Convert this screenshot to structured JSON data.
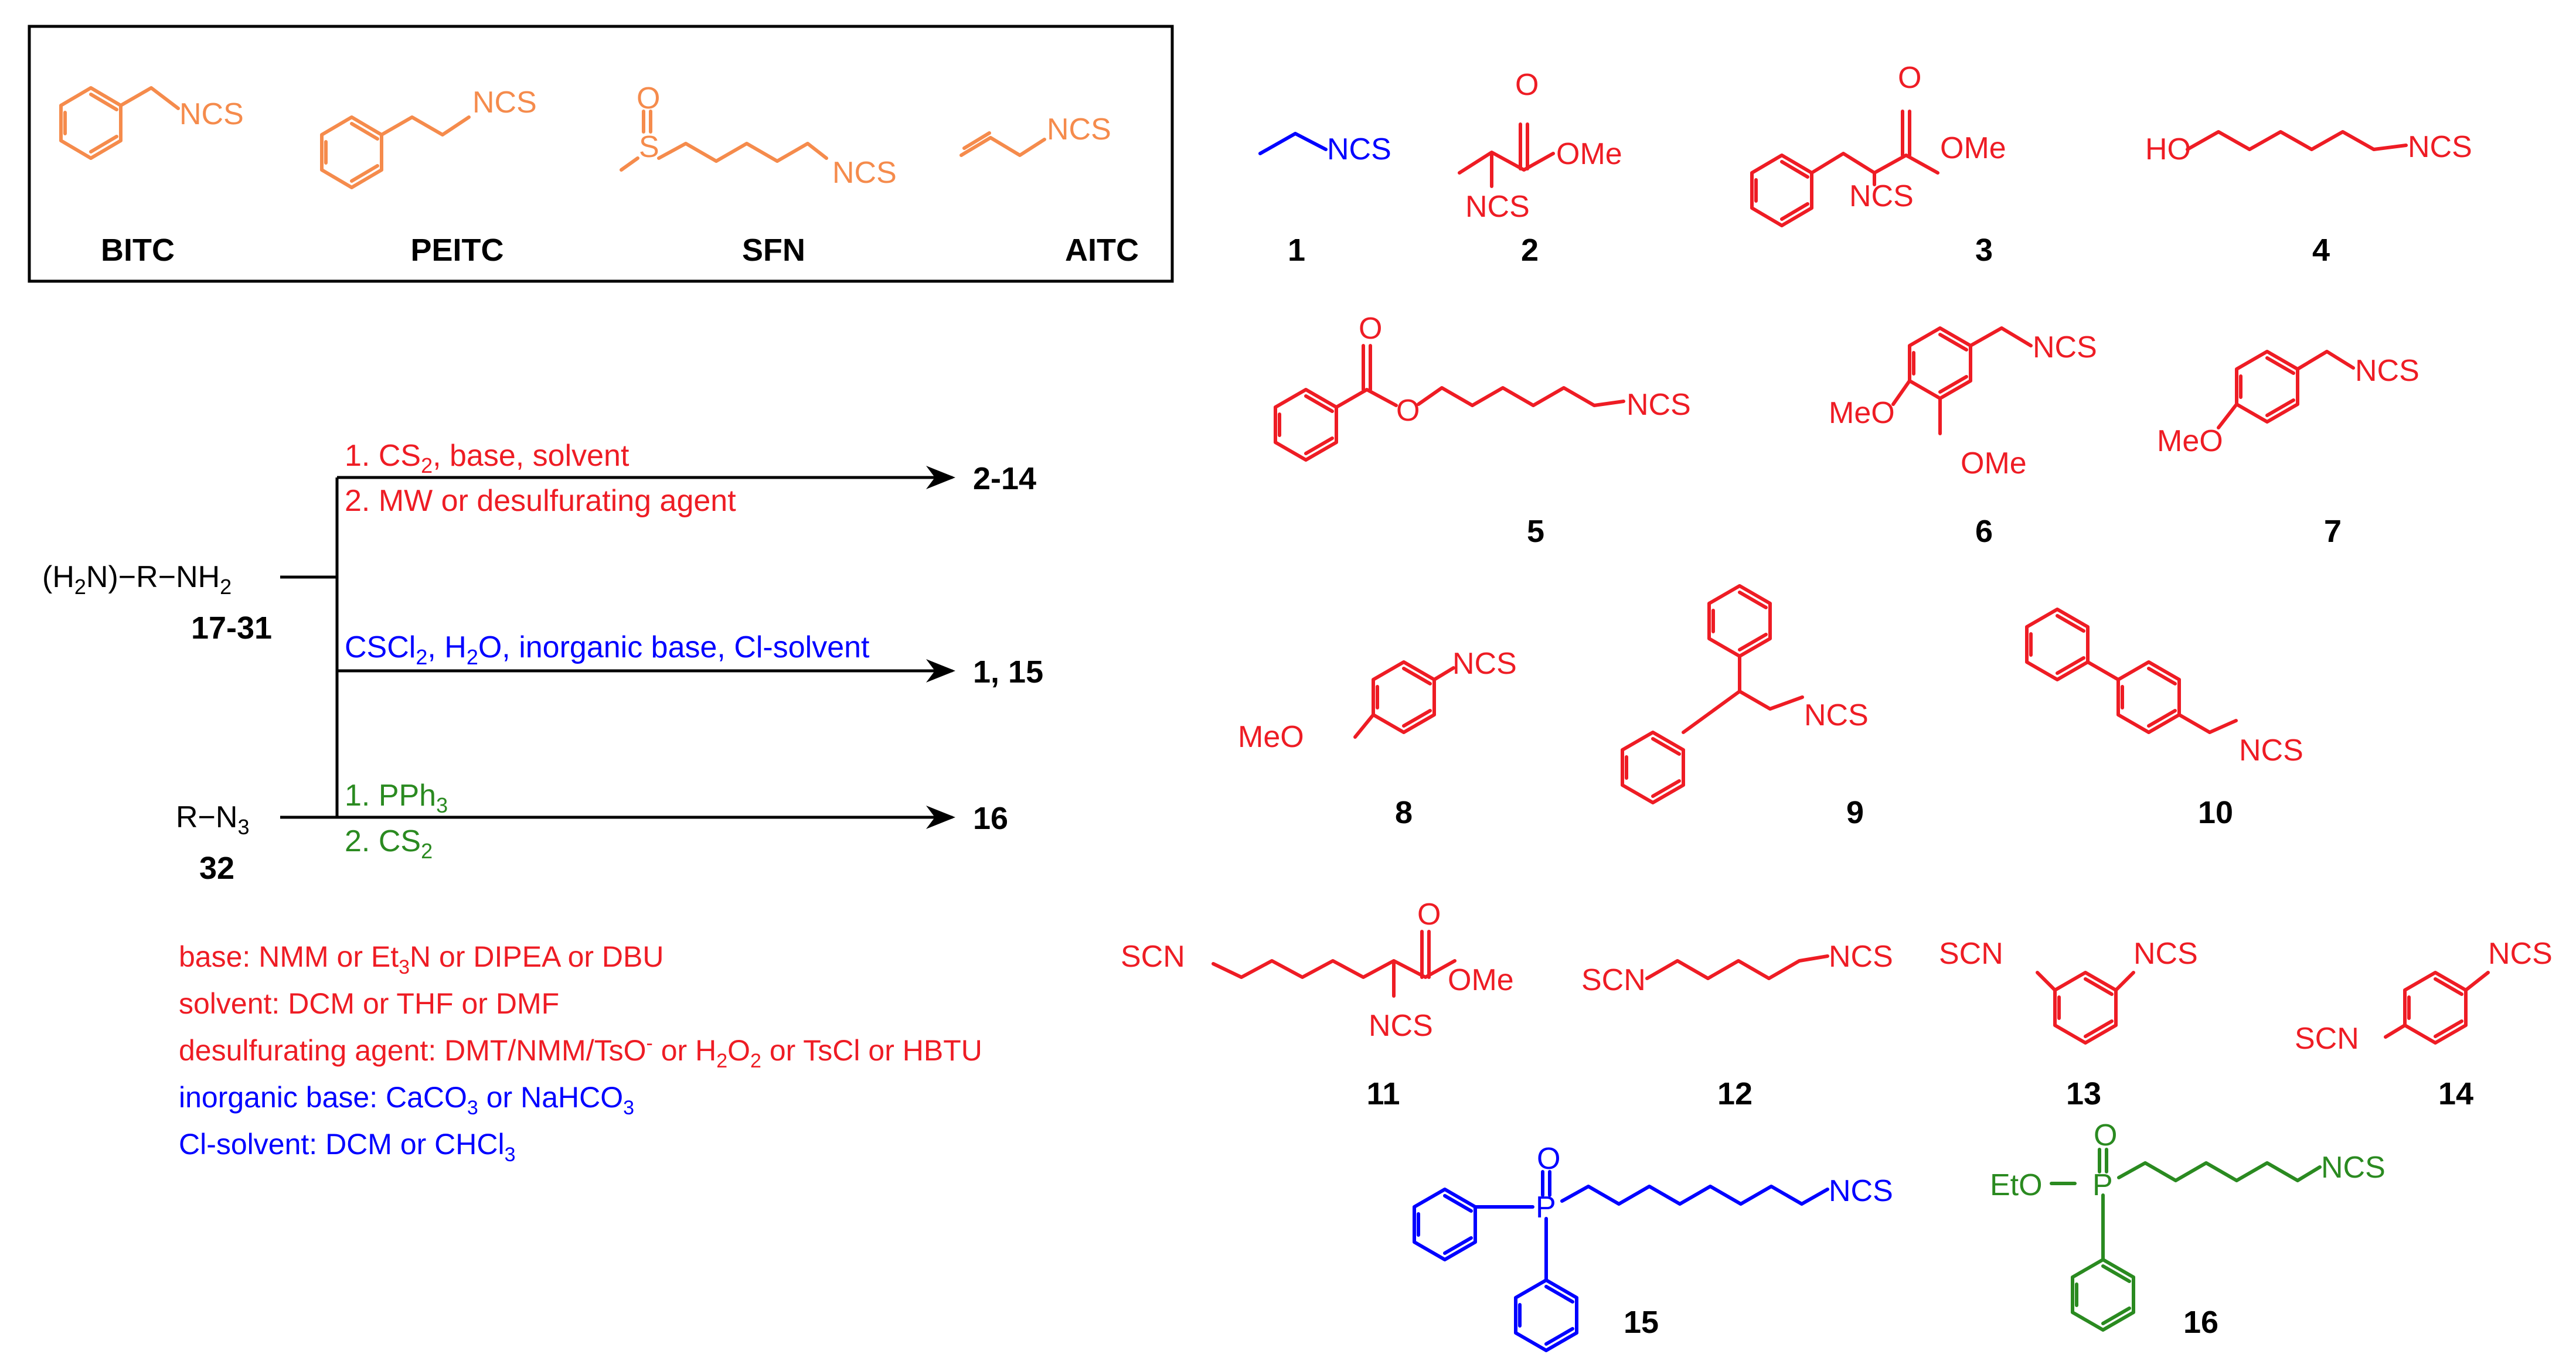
{
  "colors": {
    "orange": "#f58b4c",
    "red": "#ee1c24",
    "blue": "#0000ff",
    "green": "#2a8a20",
    "black": "#000000"
  },
  "reference_compounds": [
    {
      "id": "bitc",
      "name": "BITC",
      "groups": [
        "NCS"
      ]
    },
    {
      "id": "peitc",
      "name": "PEITC",
      "groups": [
        "NCS"
      ]
    },
    {
      "id": "sfn",
      "name": "SFN",
      "groups": [
        "O",
        "S",
        "NCS"
      ]
    },
    {
      "id": "aitc",
      "name": "AITC",
      "groups": [
        "NCS"
      ]
    }
  ],
  "compounds": [
    {
      "id": "1",
      "label": "1",
      "color": "blue",
      "groups": [
        "NCS"
      ]
    },
    {
      "id": "2",
      "label": "2",
      "color": "red",
      "groups": [
        "O",
        "OMe",
        "NCS"
      ]
    },
    {
      "id": "3",
      "label": "3",
      "color": "red",
      "groups": [
        "O",
        "OMe",
        "NCS"
      ]
    },
    {
      "id": "4",
      "label": "4",
      "color": "red",
      "groups": [
        "HO",
        "NCS"
      ]
    },
    {
      "id": "5",
      "label": "5",
      "color": "red",
      "groups": [
        "O",
        "O",
        "NCS"
      ]
    },
    {
      "id": "6",
      "label": "6",
      "color": "red",
      "groups": [
        "NCS",
        "MeO",
        "OMe"
      ]
    },
    {
      "id": "7",
      "label": "7",
      "color": "red",
      "groups": [
        "NCS",
        "MeO"
      ]
    },
    {
      "id": "8",
      "label": "8",
      "color": "red",
      "groups": [
        "NCS",
        "MeO"
      ]
    },
    {
      "id": "9",
      "label": "9",
      "color": "red",
      "groups": [
        "NCS"
      ]
    },
    {
      "id": "10",
      "label": "10",
      "color": "red",
      "groups": [
        "NCS"
      ]
    },
    {
      "id": "11",
      "label": "11",
      "color": "red",
      "groups": [
        "SCN",
        "O",
        "OMe",
        "NCS"
      ]
    },
    {
      "id": "12",
      "label": "12",
      "color": "red",
      "groups": [
        "SCN",
        "NCS"
      ]
    },
    {
      "id": "13",
      "label": "13",
      "color": "red",
      "groups": [
        "SCN",
        "NCS"
      ]
    },
    {
      "id": "14",
      "label": "14",
      "color": "red",
      "groups": [
        "NCS",
        "SCN"
      ]
    },
    {
      "id": "15",
      "label": "15",
      "color": "blue",
      "groups": [
        "O",
        "P",
        "NCS"
      ]
    },
    {
      "id": "16",
      "label": "16",
      "color": "green",
      "groups": [
        "O",
        "EtO",
        "P",
        "NCS"
      ]
    }
  ],
  "scheme": {
    "diamine": {
      "prefix": "(H",
      "sub1": "2",
      "mid": "N)−R−NH",
      "sub2": "2",
      "label": "17-31"
    },
    "azide": {
      "prefix": "R−N",
      "sub": "3",
      "label": "32"
    },
    "route1": {
      "step1": {
        "pre": "1. CS",
        "sub": "2",
        "post": ", base, solvent"
      },
      "step2": "2. MW or desulfurating agent",
      "product": "2-14"
    },
    "route2": {
      "pre": "CSCl",
      "sub1": "2",
      "mid": ", H",
      "sub2": "2",
      "post": "O, inorganic base, Cl-solvent",
      "product": "1, 15"
    },
    "route3": {
      "step1": {
        "pre": "1. PPh",
        "sub": "3"
      },
      "step2": {
        "pre": "2. CS",
        "sub": "2"
      },
      "product": "16"
    }
  },
  "legend": {
    "base": {
      "pre": "base: NMM or Et",
      "sub": "3",
      "post": "N or DIPEA or DBU"
    },
    "solvent": "solvent: DCM or THF or DMF",
    "desulf": {
      "pre": "desulfurating agent: DMT/NMM/TsO",
      "sup": "-",
      "mid": " or H",
      "sub1": "2",
      "mid2": "O",
      "sub2": "2",
      "post": " or TsCl or HBTU"
    },
    "inorg": {
      "pre": "inorganic base: CaCO",
      "sub1": "3",
      "mid": " or NaHCO",
      "sub2": "3"
    },
    "clsolvent": {
      "pre": "Cl-solvent: DCM or CHCl",
      "sub": "3"
    }
  }
}
